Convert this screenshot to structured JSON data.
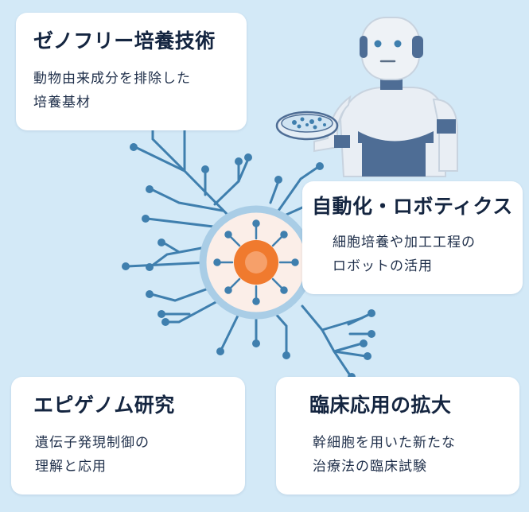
{
  "cards": {
    "xeno_free": {
      "title": "ゼノフリー培養技術",
      "description": "動物由来成分を排除した\n培養基材",
      "icon": "none"
    },
    "automation": {
      "title": "自動化・ロボティクス",
      "description": "細胞培養や加工工程の\nロボットの活用",
      "icon": "robot-icon"
    },
    "epigenome": {
      "title": "エピゲノム研究",
      "description": "遺伝子発現制御の\n理解と応用",
      "icon": "none"
    },
    "clinical": {
      "title": "臨床応用の拡大",
      "description": "幹細胞を用いた新たな\n治療法の臨床試験",
      "icon": "none"
    }
  },
  "colors": {
    "background": "#d3e9f7",
    "circuit": "#3f7fae",
    "circle_ring": "#a9cde6",
    "cell_core": "#f07a2e",
    "robot_body": "#e9eef4",
    "robot_accent": "#4e6d95"
  },
  "icons": {
    "central": "stem-cell-icon",
    "robot": "robot-icon",
    "dish": "petri-dish-icon"
  }
}
